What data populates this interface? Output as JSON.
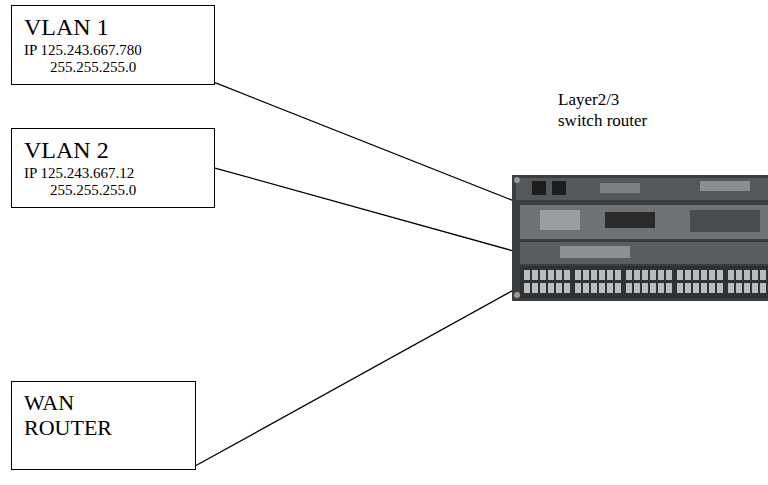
{
  "diagram": {
    "nodes": [
      {
        "text": [
          "VLAN 1",
          "IP 125.243.667.780",
          "255.255.255.0"
        ]
      },
      {
        "text": [
          "VLAN 2",
          "IP 125.243.667.12",
          "255.255.255.0"
        ]
      },
      {
        "text": [
          "WAN ROUTER"
        ]
      },
      {
        "text": [
          "Layer2/3 switch router"
        ]
      }
    ],
    "edges": [
      {
        "from": 0,
        "to": 3,
        "arrow": "none"
      },
      {
        "from": 1,
        "to": 3,
        "arrow": "none"
      },
      {
        "from": 2,
        "to": 3,
        "arrow": "none"
      }
    ]
  }
}
